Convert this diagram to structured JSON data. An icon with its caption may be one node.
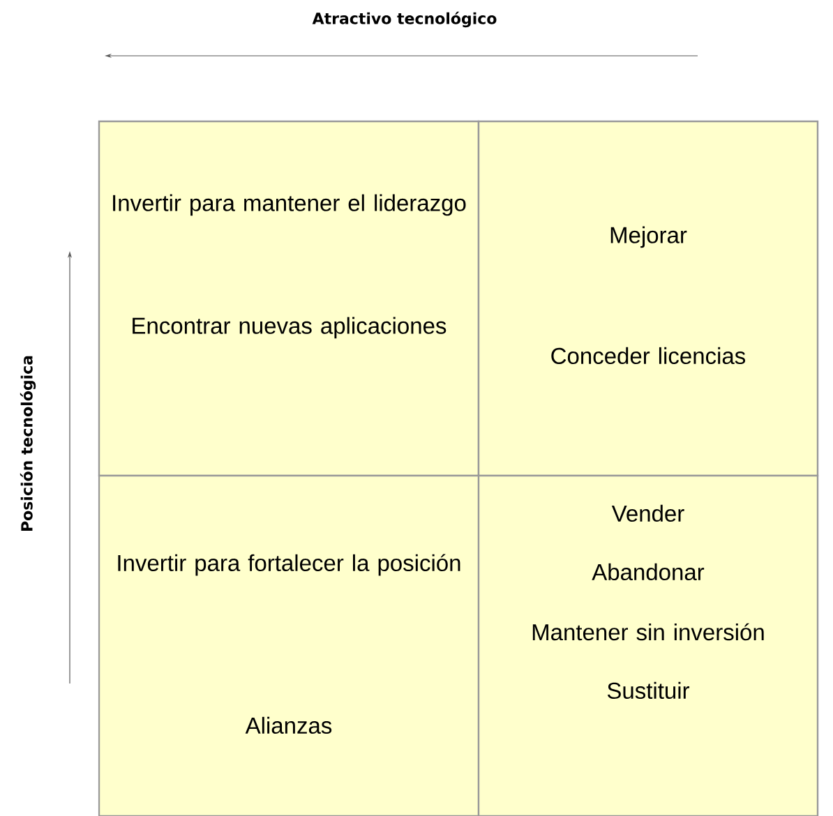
{
  "diagram": {
    "nodes": [
      {
        "text": [
          "Invertir para mantener el liderazgo",
          "Encontrar nuevas aplicaciones"
        ]
      },
      {
        "text": [
          "Mejorar",
          "Conceder licencias"
        ]
      },
      {
        "text": [
          "Invertir para fortalecer la posición",
          "Alianzas"
        ]
      },
      {
        "text": [
          "Vender",
          "Abandonar",
          "Mantener sin inversión",
          "Sustituir"
        ]
      }
    ],
    "edges": [],
    "labels": [
      "Atractivo tecnológico",
      "Posición tecnológica"
    ]
  }
}
